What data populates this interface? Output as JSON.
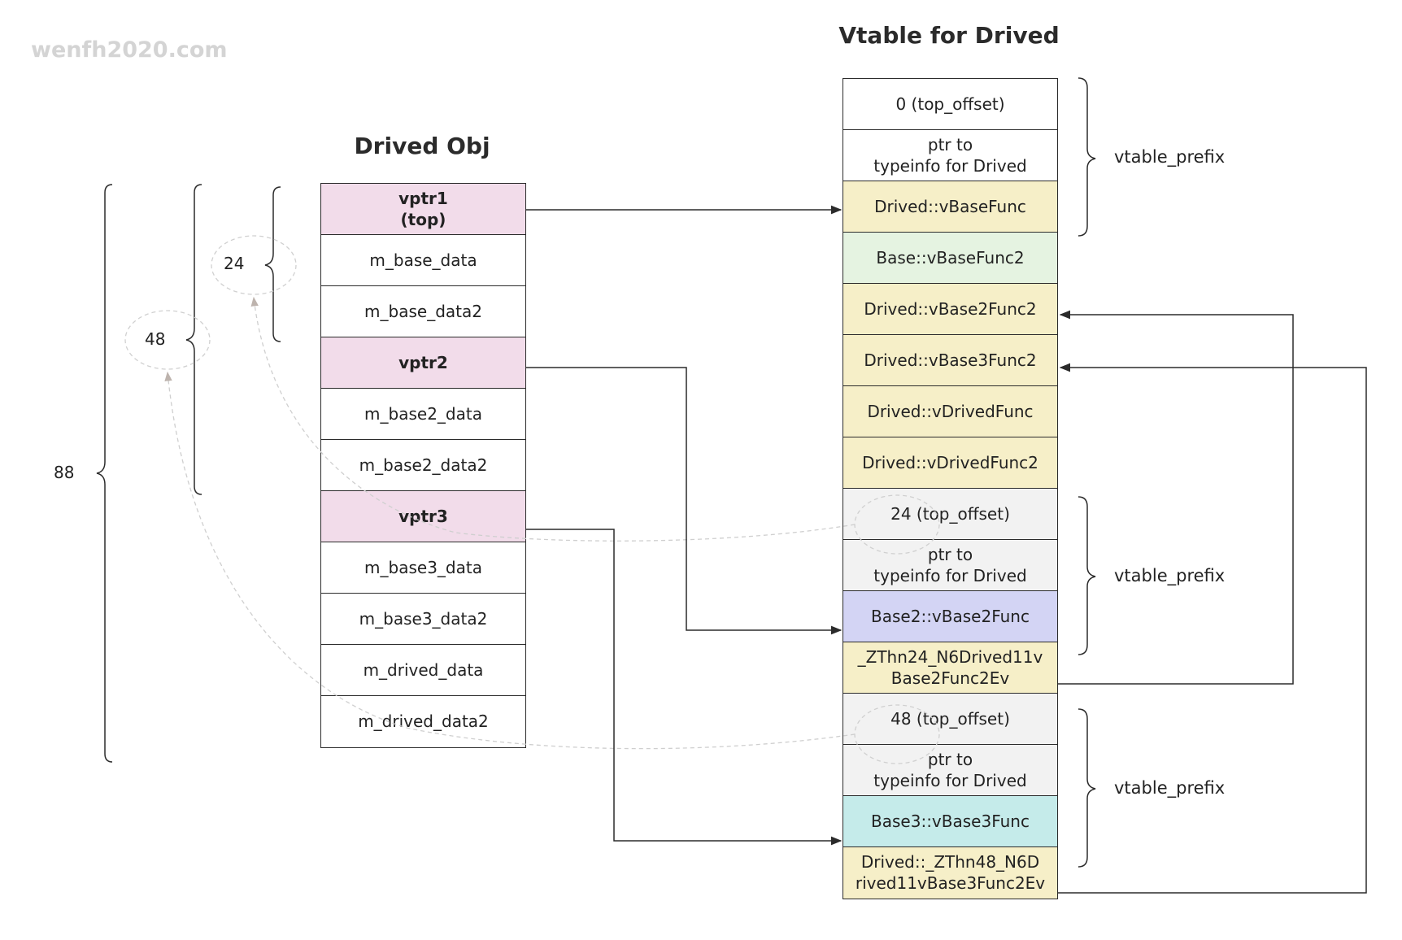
{
  "watermark": "wenfh2020.com",
  "object": {
    "title": "Drived Obj",
    "cells": [
      {
        "label": "vptr1\n(top)",
        "color": "#f2dcea",
        "bold": true
      },
      {
        "label": "m_base_data",
        "color": "#ffffff",
        "bold": false
      },
      {
        "label": "m_base_data2",
        "color": "#ffffff",
        "bold": false
      },
      {
        "label": "vptr2",
        "color": "#f2dcea",
        "bold": true
      },
      {
        "label": "m_base2_data",
        "color": "#ffffff",
        "bold": false
      },
      {
        "label": "m_base2_data2",
        "color": "#ffffff",
        "bold": false
      },
      {
        "label": "vptr3",
        "color": "#f2dcea",
        "bold": true
      },
      {
        "label": "m_base3_data",
        "color": "#ffffff",
        "bold": false
      },
      {
        "label": "m_base3_data2",
        "color": "#ffffff",
        "bold": false
      },
      {
        "label": "m_drived_data",
        "color": "#ffffff",
        "bold": false
      },
      {
        "label": "m_drived_data2",
        "color": "#ffffff",
        "bold": false
      }
    ]
  },
  "vtable": {
    "title": "Vtable for Drived",
    "cells": [
      {
        "label": "0 (top_offset)",
        "color": "#ffffff"
      },
      {
        "label": "ptr to\ntypeinfo for Drived",
        "color": "#ffffff"
      },
      {
        "label": "Drived::vBaseFunc",
        "color": "#f6efc8"
      },
      {
        "label": "Base::vBaseFunc2",
        "color": "#e5f3e1"
      },
      {
        "label": "Drived::vBase2Func2",
        "color": "#f6efc8"
      },
      {
        "label": "Drived::vBase3Func2",
        "color": "#f6efc8"
      },
      {
        "label": "Drived::vDrivedFunc",
        "color": "#f6efc8"
      },
      {
        "label": "Drived::vDrivedFunc2",
        "color": "#f6efc8"
      },
      {
        "label": "24 (top_offset)",
        "color": "#f2f2f2"
      },
      {
        "label": "ptr to\ntypeinfo for Drived",
        "color": "#f2f2f2"
      },
      {
        "label": "Base2::vBase2Func",
        "color": "#d3d4f4"
      },
      {
        "label": "_ZThn24_N6Drived11v\nBase2Func2Ev",
        "color": "#f6efc8"
      },
      {
        "label": "48 (top_offset)",
        "color": "#f2f2f2"
      },
      {
        "label": "ptr to\ntypeinfo for Drived",
        "color": "#f2f2f2"
      },
      {
        "label": "Base3::vBase3Func",
        "color": "#c5ebea"
      },
      {
        "label": "Drived::_ZThn48_N6D\nrived11vBase3Func2Ev",
        "color": "#f6efc8"
      }
    ]
  },
  "prefix_labels": [
    "vtable_prefix",
    "vtable_prefix",
    "vtable_prefix"
  ],
  "size_labels": {
    "s24": "24",
    "s48": "48",
    "s88": "88"
  }
}
